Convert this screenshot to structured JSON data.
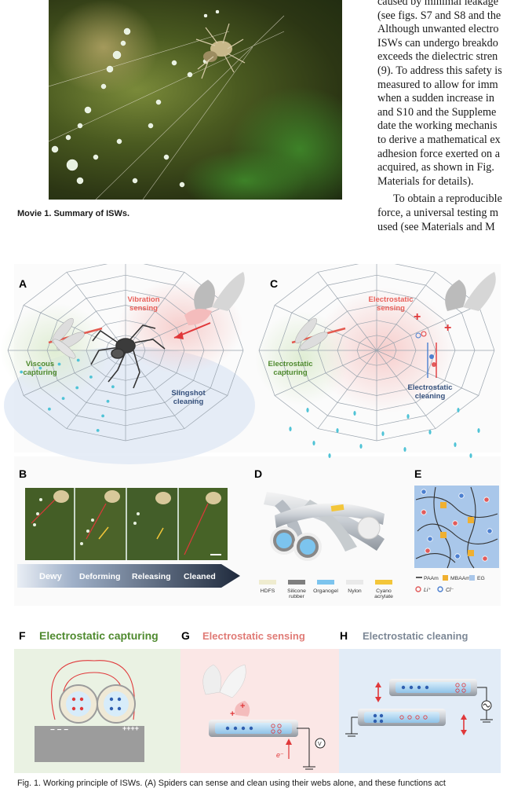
{
  "movie": {
    "caption": "Movie 1. Summary of ISWs."
  },
  "body_lines": [
    "caused by minimal leakage",
    "(see figs. S7 and S8 and the",
    "Although unwanted electro",
    "ISWs can undergo breakdo",
    "exceeds the dielectric stren",
    "(9). To address this safety is",
    "measured to allow for imm",
    "when a sudden increase in",
    "and S10 and the Suppleme",
    "date the working mechanis",
    "to derive a mathematical ex",
    "adhesion force exerted on a",
    "acquired, as shown in Fig.",
    "Materials for details)."
  ],
  "body_lines_2": [
    "To obtain a reproducible",
    "force, a universal testing m",
    "used (see Materials and M"
  ],
  "panels": {
    "A": {
      "letter": "A",
      "vibration": "Vibration\nsensing",
      "viscous": "Viscous\ncapturing",
      "slingshot": "Slingshot\ncleaning"
    },
    "C": {
      "letter": "C",
      "es_sensing": "Electrostatic\nsensing",
      "es_capturing": "Electrostatic\ncapturing",
      "es_cleaning": "Electrostatic\ncleaning"
    },
    "B": {
      "letter": "B",
      "steps": [
        "Dewy",
        "Deforming",
        "Releasing",
        "Cleaned"
      ]
    },
    "D": {
      "letter": "D",
      "legend": [
        {
          "label": "HDFS",
          "color": "#efeccf"
        },
        {
          "label": "Silicone\nrubber",
          "color": "#7f7f7f"
        },
        {
          "label": "Organogel",
          "color": "#7cc4ee"
        },
        {
          "label": "Nylon",
          "color": "#e9e9e9"
        },
        {
          "label": "Cyano\nacrylate",
          "color": "#f3c63a"
        }
      ]
    },
    "E": {
      "letter": "E",
      "legend": [
        {
          "label": "PAAm",
          "color": "#333333"
        },
        {
          "label": "MBAAm",
          "color": "#f0b030"
        },
        {
          "label": "EG",
          "color": "#a9c7ea"
        },
        {
          "label": "Li⁺",
          "color": "#e15b5b"
        },
        {
          "label": "Cl⁻",
          "color": "#4b7fd0"
        }
      ]
    },
    "F": {
      "letter": "F",
      "title": "Electrostatic capturing"
    },
    "G": {
      "letter": "G",
      "title": "Electrostatic sensing"
    },
    "H": {
      "letter": "H",
      "title": "Electrostatic cleaning"
    }
  },
  "fig_caption": "Fig. 1. Working principle of ISWs. (A) Spiders can sense and clean using their webs alone, and these functions act"
}
